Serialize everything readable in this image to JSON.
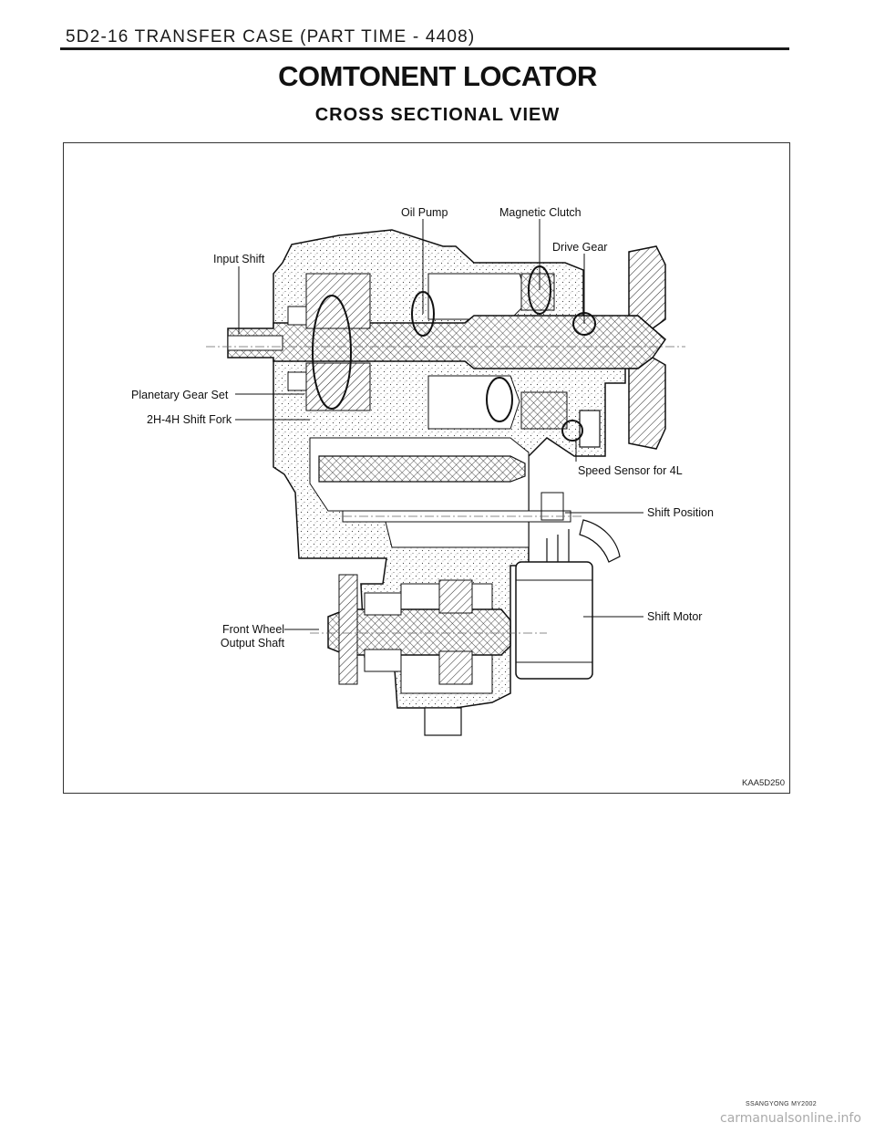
{
  "header": {
    "section_title": "5D2-16  TRANSFER CASE (PART TIME - 4408)"
  },
  "page": {
    "title": "COMTONENT LOCATOR",
    "subtitle": "CROSS  SECTIONAL  VIEW"
  },
  "figure": {
    "code": "KAA5D250",
    "callouts": {
      "oil_pump": "Oil Pump",
      "magnetic_clutch": "Magnetic Clutch",
      "drive_gear": "Drive Gear",
      "input_shaft": "Input Shift",
      "planetary_gear_set": "Planetary Gear Set",
      "shift_fork": "2H-4H Shift Fork",
      "speed_sensor": "Speed Sensor for 4L",
      "shift_position": "Shift Position",
      "shift_motor": "Shift Motor",
      "front_wheel_line1": "Front Wheel",
      "front_wheel_line2": "Output Shaft"
    }
  },
  "footer": {
    "model": "SSANGYONG  MY2002",
    "watermark": "carmanualsonline.info"
  }
}
